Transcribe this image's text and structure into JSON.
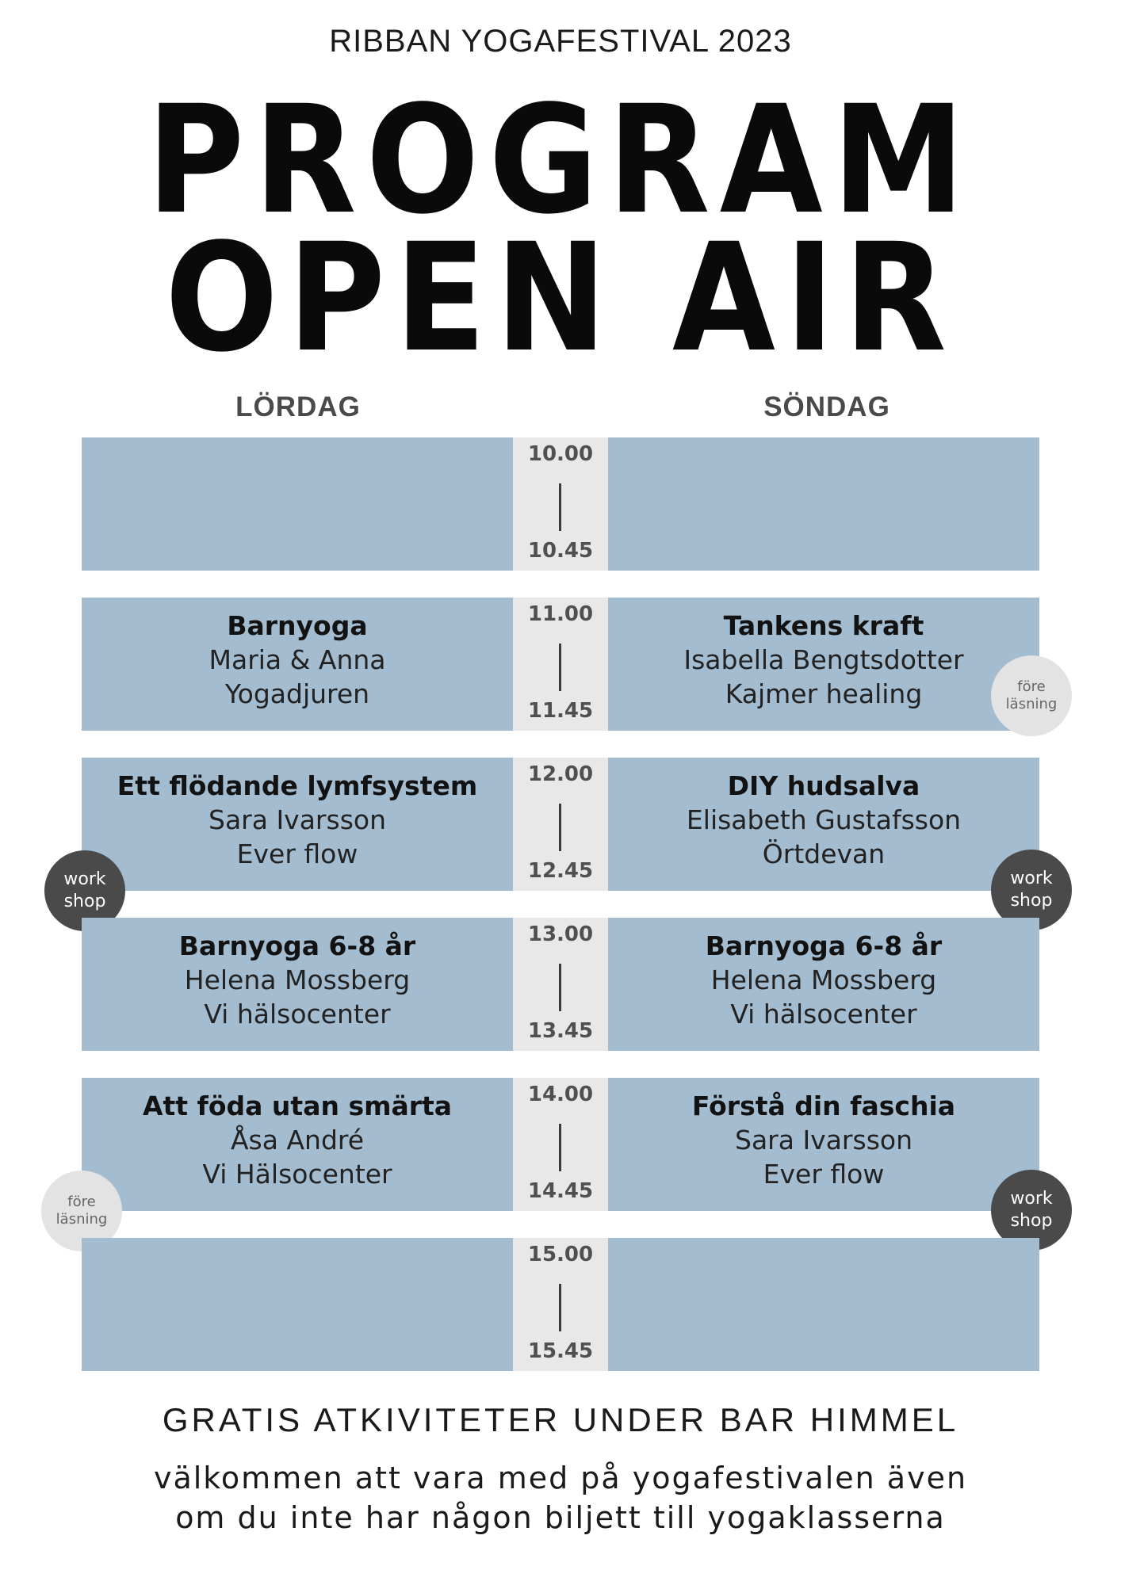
{
  "header": {
    "festival": "RIBBAN YOGAFESTIVAL 2023",
    "title_line1": "PROGRAM",
    "title_line2": "OPEN AIR"
  },
  "days": {
    "left": "LÖRDAG",
    "right": "SÖNDAG"
  },
  "schedule": [
    {
      "start": "10.00",
      "end": "10.45",
      "left": {
        "title": "",
        "line1": "",
        "line2": ""
      },
      "right": {
        "title": "",
        "line1": "",
        "line2": ""
      }
    },
    {
      "start": "11.00",
      "end": "11.45",
      "left": {
        "title": "Barnyoga",
        "line1": "Maria & Anna",
        "line2": "Yogadjuren"
      },
      "right": {
        "title": "Tankens kraft",
        "line1": "Isabella Bengtsdotter",
        "line2": "Kajmer healing",
        "badge": {
          "line1": "före",
          "line2": "läsning",
          "style": "light"
        }
      }
    },
    {
      "start": "12.00",
      "end": "12.45",
      "left": {
        "title": "Ett flödande lymfsystem",
        "line1": "Sara Ivarsson",
        "line2": "Ever flow",
        "badge": {
          "line1": "work",
          "line2": "shop",
          "style": "dark"
        }
      },
      "right": {
        "title": "DIY hudsalva",
        "line1": "Elisabeth Gustafsson",
        "line2": "Örtdevan",
        "badge": {
          "line1": "work",
          "line2": "shop",
          "style": "dark"
        }
      }
    },
    {
      "start": "13.00",
      "end": "13.45",
      "left": {
        "title": "Barnyoga 6-8 år",
        "line1": "Helena Mossberg",
        "line2": "Vi hälsocenter"
      },
      "right": {
        "title": "Barnyoga 6-8 år",
        "line1": "Helena Mossberg",
        "line2": "Vi hälsocenter"
      }
    },
    {
      "start": "14.00",
      "end": "14.45",
      "left": {
        "title": "Att föda utan smärta",
        "line1": "Åsa André",
        "line2": "Vi Hälsocenter",
        "badge": {
          "line1": "före",
          "line2": "läsning",
          "style": "light"
        }
      },
      "right": {
        "title": "Förstå din faschia",
        "line1": "Sara Ivarsson",
        "line2": "Ever flow",
        "badge": {
          "line1": "work",
          "line2": "shop",
          "style": "dark"
        }
      }
    },
    {
      "start": "15.00",
      "end": "15.45",
      "left": {
        "title": "",
        "line1": "",
        "line2": ""
      },
      "right": {
        "title": "",
        "line1": "",
        "line2": ""
      }
    }
  ],
  "footer": {
    "headline": "GRATIS ATKIVITETER UNDER BAR HIMMEL",
    "line1": "välkommen att vara med på yogafestivalen även",
    "line2": "om du inte har någon biljett till yogaklasserna"
  },
  "colors": {
    "cell": "#a3bccf",
    "time": "#e8e8e8",
    "badge_dark": "#4a4a4b",
    "badge_light": "#e3e3e3"
  }
}
